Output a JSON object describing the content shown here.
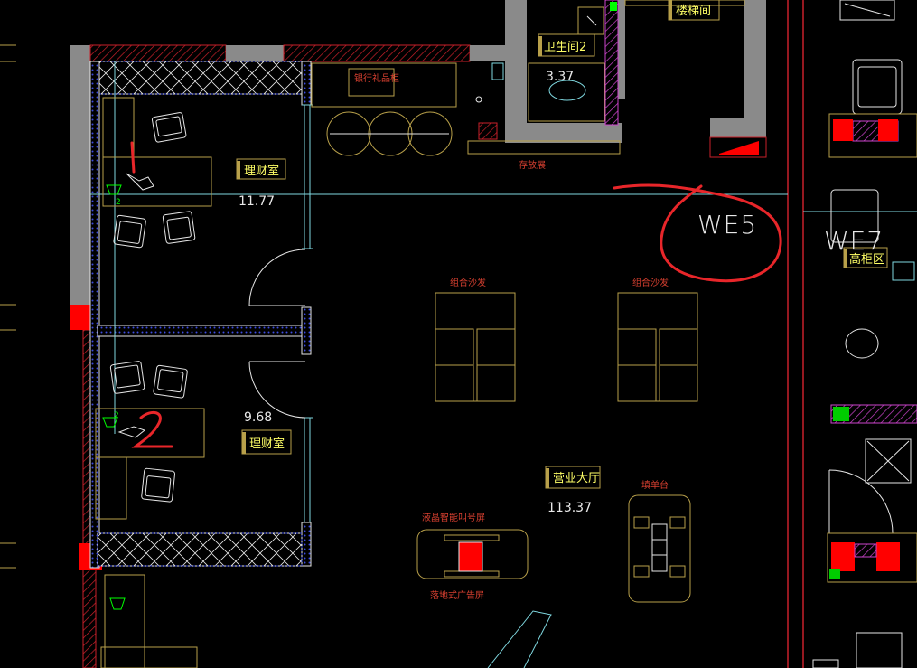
{
  "colors": {
    "background": "#000000",
    "wall_gray": "#8a8a8a",
    "hatch_red": "#c8202a",
    "column_red": "#ff0000",
    "furniture_yellow": "#b8a04a",
    "furniture_white": "#e6e6e6",
    "glass_cyan": "#7fd8e0",
    "insulation_blue": "#3d4de0",
    "accent_magenta": "#cc44cc",
    "room_label": "#ffff66",
    "red_annotation": "#e8262a",
    "area_text": "#e8e8e8",
    "green_marker": "#00ff00"
  },
  "rooms": {
    "finance_room_1": {
      "name": "理财室",
      "area": "11.77"
    },
    "finance_room_2": {
      "name": "理财室",
      "area": "9.68"
    },
    "toilet": {
      "name": "卫生间2",
      "area": "3.37"
    },
    "stairwell": {
      "name": "楼梯间"
    },
    "business_hall": {
      "name": "营业大厅",
      "area": "113.37"
    },
    "counter_area": {
      "name": "高柜区"
    }
  },
  "furniture": {
    "gift_cabinet": "银行礼品柜",
    "display_rack": "存放展",
    "sofa_left": "组合沙发",
    "sofa_right": "组合沙发",
    "queue_screen": "液晶智能叫号屏",
    "floor_ad": "落地式广告屏",
    "fill_desk": "填单台"
  },
  "annotations": {
    "handwritten_1": "1",
    "handwritten_2": "2",
    "marker_we5": "WE5",
    "marker_we7": "WE7"
  }
}
